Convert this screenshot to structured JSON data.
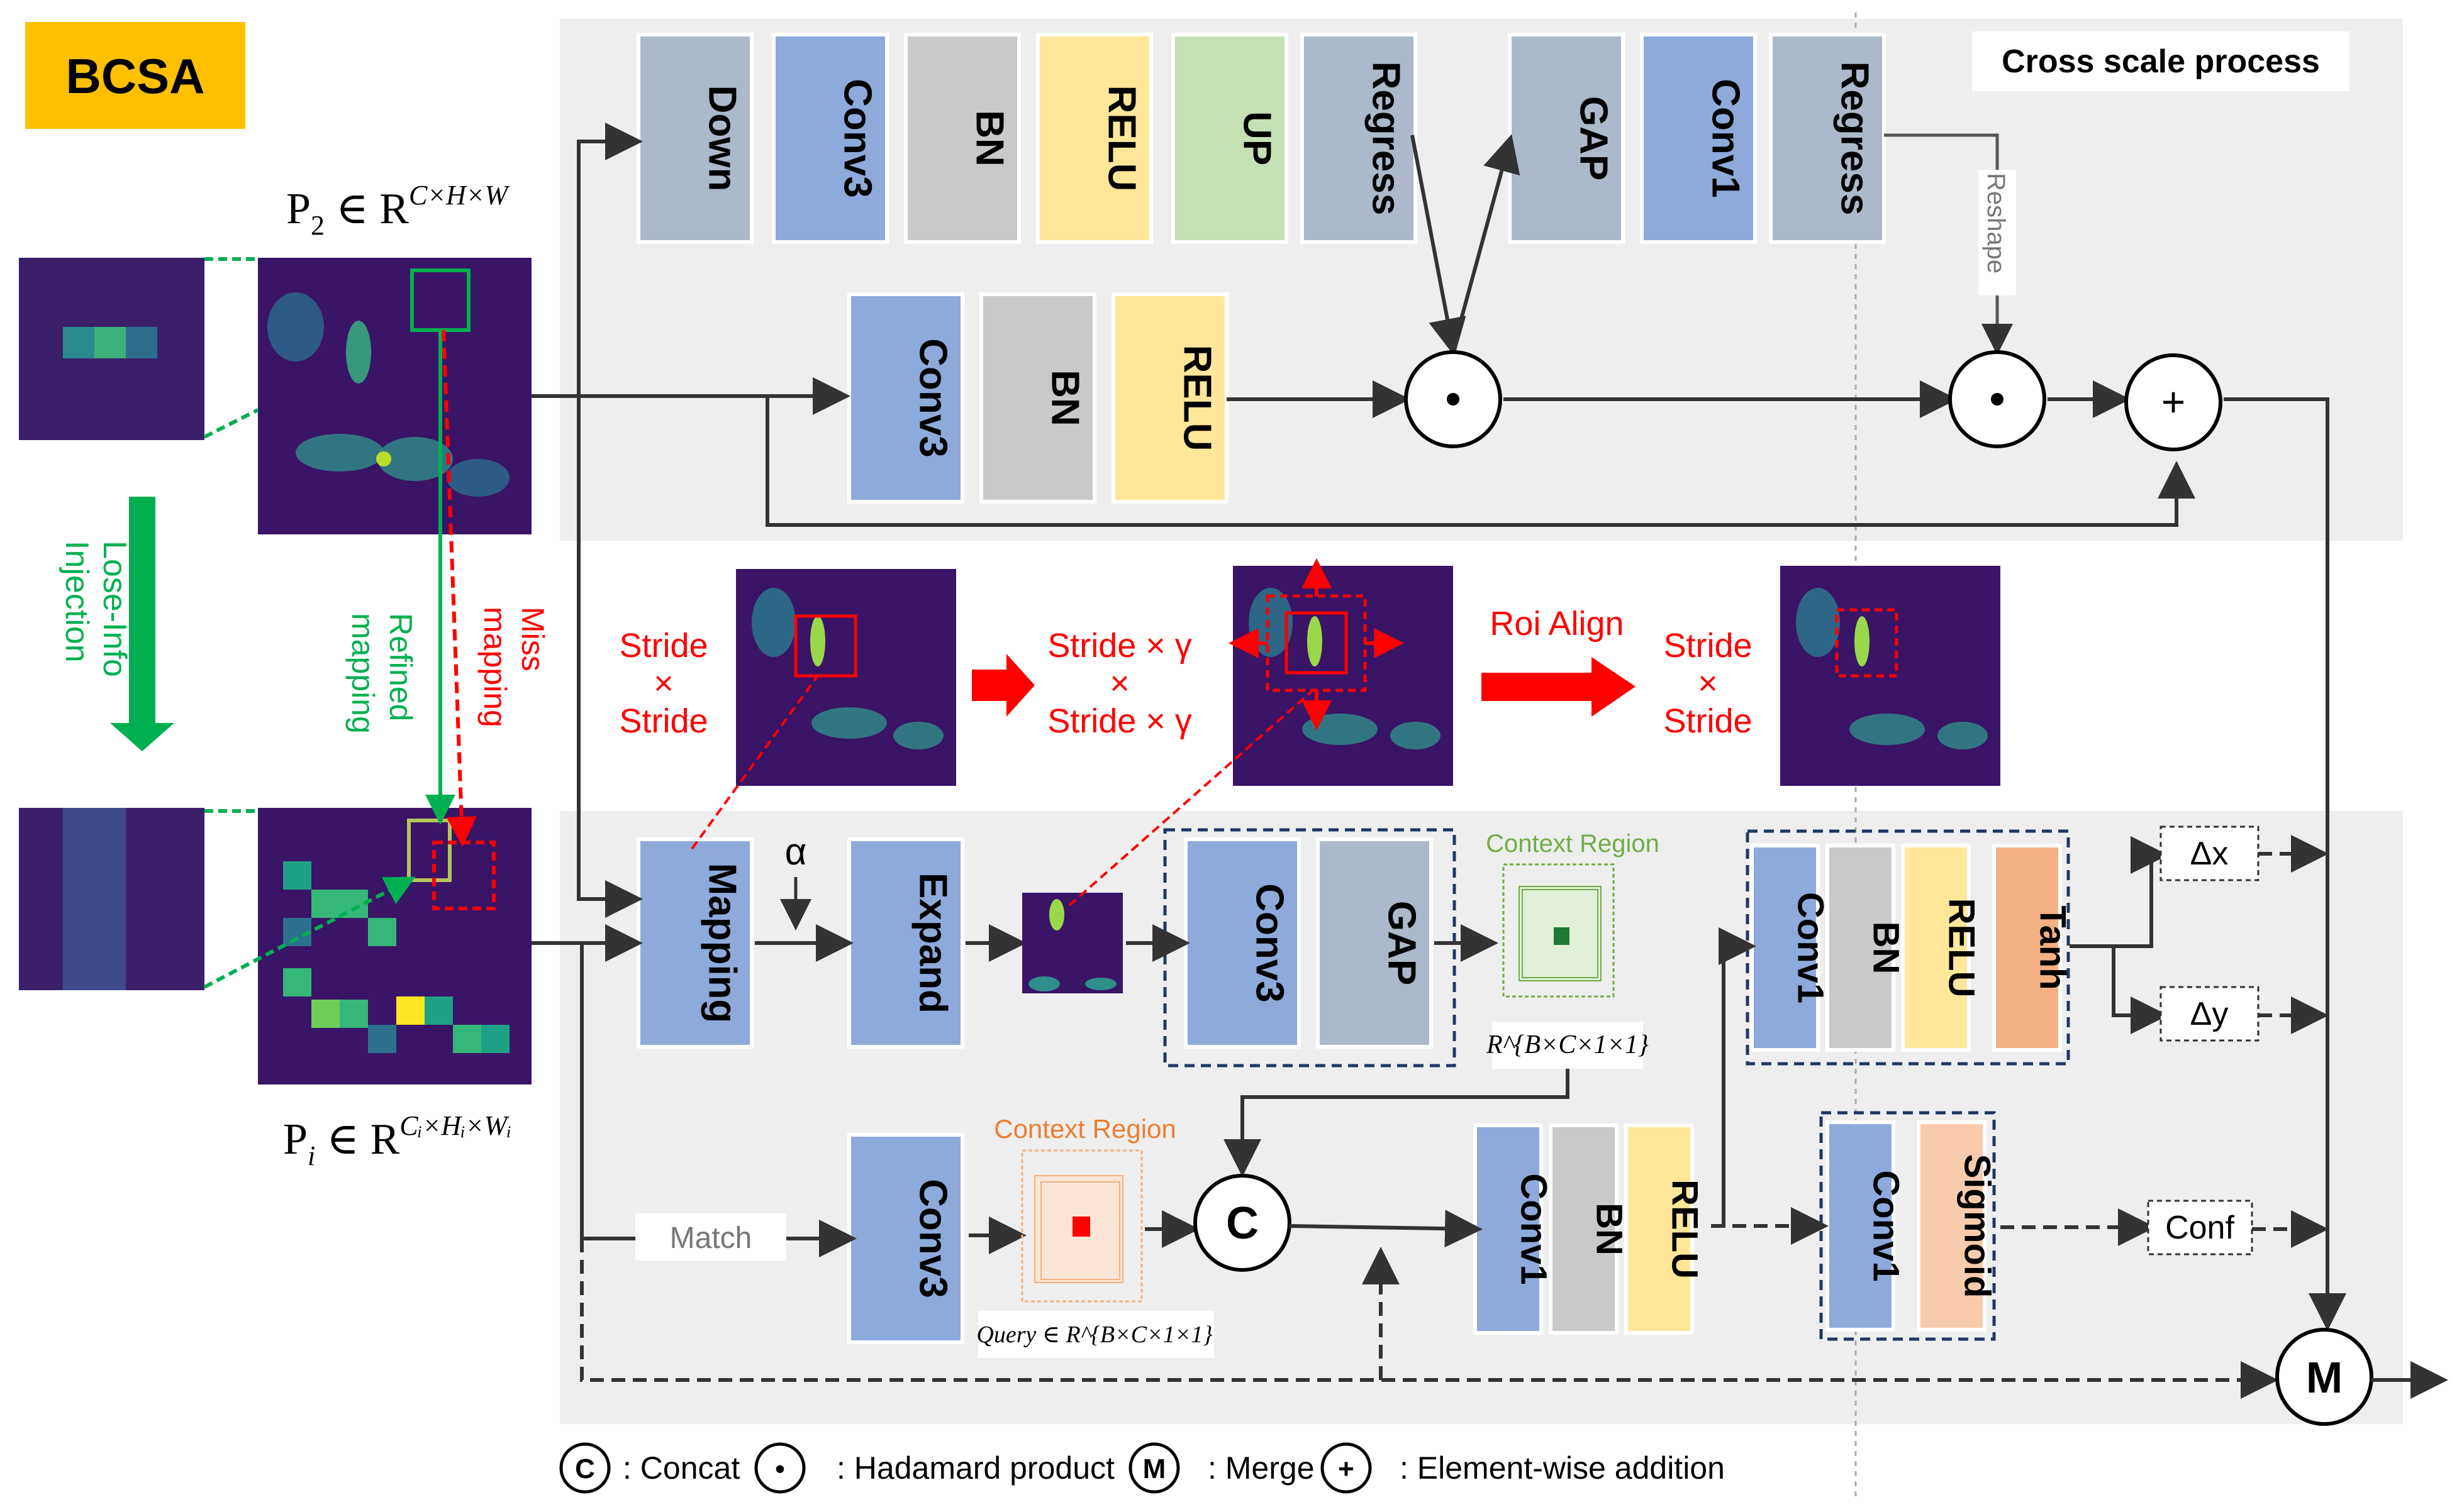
{
  "title": "BCSA",
  "cross_scale_label": "Cross scale process",
  "p2_label": {
    "base": "P",
    "sub": "2",
    "rel": "∈ R",
    "sup": "C×H×W"
  },
  "pi_label": {
    "base": "P",
    "sub": "i",
    "rel": "∈ R",
    "sup": "Cᵢ×Hᵢ×Wᵢ"
  },
  "left": {
    "lose_info": [
      "Lose-Info",
      "Injection"
    ],
    "refined": [
      "Refined",
      "mapping"
    ],
    "miss": [
      "Miss",
      "mapping"
    ]
  },
  "top_row": [
    {
      "text": "Down",
      "color": "#acb9ca"
    },
    {
      "text": "Conv3",
      "color": "#8eaadb"
    },
    {
      "text": "BN",
      "color": "#c9c9c9"
    },
    {
      "text": "RELU",
      "color": "#ffe699"
    },
    {
      "text": "UP",
      "color": "#c5e0b4"
    },
    {
      "text": "Regress",
      "color": "#acb9ca"
    },
    {
      "text": "GAP",
      "color": "#acb9ca"
    },
    {
      "text": "Conv1",
      "color": "#8eaadb"
    },
    {
      "text": "Regress",
      "color": "#acb9ca"
    }
  ],
  "mid_row": [
    {
      "text": "Conv3",
      "color": "#8eaadb"
    },
    {
      "text": "BN",
      "color": "#c9c9c9"
    },
    {
      "text": "RELU",
      "color": "#ffe699"
    }
  ],
  "reshape": "Reshape",
  "ops": {
    "dot": "•",
    "plus": "+",
    "concat": "C",
    "merge": "M"
  },
  "stride_labels": {
    "s1": [
      "Stride",
      "×",
      "Stride"
    ],
    "s2": [
      "Stride × γ",
      "×",
      "Stride × γ"
    ],
    "s3": [
      "Stride",
      "×",
      "Stride"
    ],
    "roi": "Roi Align"
  },
  "lower": {
    "mapping": "Mapping",
    "alpha": "α",
    "expand": "Expand",
    "conv3a": "Conv3",
    "gap": "GAP",
    "context_green": "Context Region",
    "rbc": "R^{B×C×1×1}",
    "conv1a": "Conv1",
    "bn_a": "BN",
    "relu_a": "RELU",
    "tanh": "Tanh",
    "dx": "Δx",
    "dy": "Δy",
    "match": "Match",
    "conv3b": "Conv3",
    "context_orange": "Context Region",
    "query": "Query ∈ R^{B×C×1×1}",
    "conv1b": "Conv1",
    "bn_b": "BN",
    "relu_b": "RELU",
    "conv1c": "Conv1",
    "sigmoid": "Sigmoid",
    "conf": "Conf"
  },
  "legend": [
    {
      "sym": "C",
      "text": "Concat"
    },
    {
      "sym": "•",
      "text": "Hadamard product"
    },
    {
      "sym": "M",
      "text": "Merge"
    },
    {
      "sym": "+",
      "text": "Element-wise addition"
    }
  ],
  "colors": {
    "panel": "#eeeeee",
    "green": "#00b050",
    "red": "#ff0000",
    "title_bg": "#ffc000",
    "dashed_blue": "#1f3864"
  }
}
